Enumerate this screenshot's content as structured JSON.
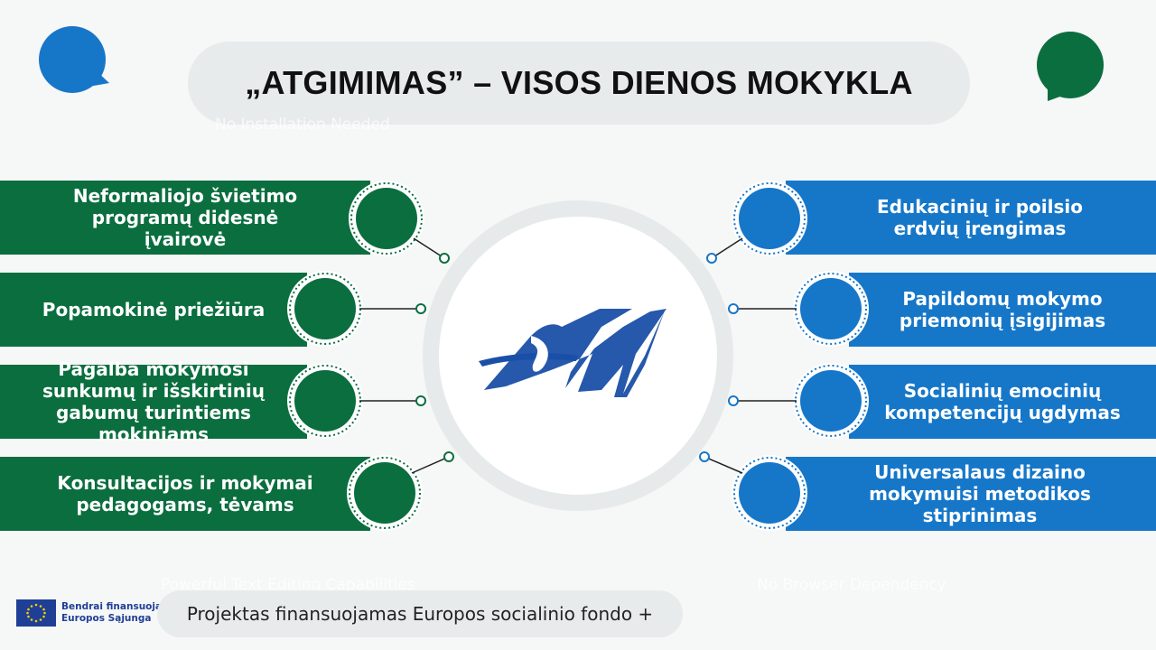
{
  "title": "„ATGIMIMAS” – VISOS DIENOS MOKYKLA",
  "watermark_top": "No Installation Needed",
  "watermark_bottom_left": "Powerful Text Editing Capabilities",
  "watermark_bottom_right": "No Browser Dependency",
  "left_items": [
    {
      "label": "Neformaliojo švietimo programų didesnė įvairovė"
    },
    {
      "label": "Popamokinė priežiūra"
    },
    {
      "label": "Pagalba mokymosi sunkumų ir išskirtinių gabumų turintiems mokiniams"
    },
    {
      "label": "Konsultacijos ir mokymai pedagogams, tėvams"
    }
  ],
  "right_items": [
    {
      "label": "Edukacinių ir poilsio erdvių įrengimas"
    },
    {
      "label": "Papildomų mokymo priemonių įsigijimas"
    },
    {
      "label": "Socialinių emocinių kompetencijų  ugdymas"
    },
    {
      "label": "Universalaus dizaino mokymuisi metodikos stiprinimas"
    }
  ],
  "footer": {
    "text": "Projektas finansuojamas Europos socialinio fondo +",
    "eu_line1": "Bendrai finansuoja",
    "eu_line2": "Europos Sąjunga"
  },
  "icons": {
    "top_left": "speech-bubble-icon",
    "top_right": "speech-bubble-icon",
    "center": "school-logo-icon",
    "eu": "eu-flag-icon"
  },
  "colors": {
    "green": "#0b6e3f",
    "blue": "#1677c9",
    "logo_blue": "#1a4fa8"
  }
}
